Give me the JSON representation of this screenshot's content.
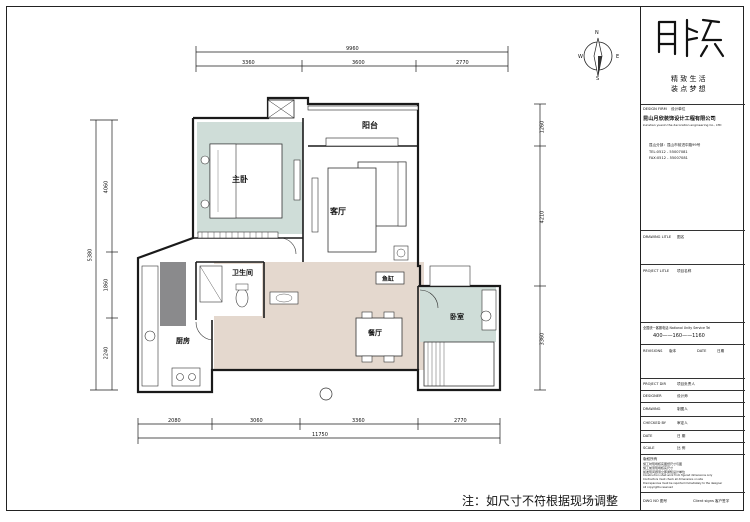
{
  "dimensions": {
    "top_total": "9960",
    "top_segments": [
      "3360",
      "3600",
      "2770"
    ],
    "bottom_total": "11750",
    "bottom_segments": [
      "2080",
      "3060",
      "3360",
      "2770"
    ],
    "left_total": "5380",
    "left_segments": [
      "4060",
      "1860",
      "2240"
    ],
    "right_segments": [
      "1260",
      "4210",
      "3360"
    ]
  },
  "rooms": {
    "master_bedroom": "主卧",
    "living_room": "客厅",
    "balcony": "阳台",
    "bathroom": "卫生间",
    "kitchen": "厨房",
    "dining_room": "餐厅",
    "bedroom": "卧室",
    "fish_tank": "鱼缸"
  },
  "compass": {
    "north": "N",
    "south": "S",
    "east": "E",
    "west": "W"
  },
  "brand": {
    "slogan_line1": "精 致 生 活",
    "slogan_line2": "装 点 梦 想"
  },
  "title_block": {
    "design_firm_label": "DESIGN FIRM",
    "design_firm_cn": "设计单位",
    "company_name": "昆山月欣装饰设计工程有限公司",
    "company_name_en": "kunshan yuexin the decoration engineering Co., LTD",
    "address": "昆山分部：昆山市前进中路99号",
    "tel": "TEL:0512 - 55007081",
    "fax": "FAX:0512 - 55007081",
    "drawing_title_label": "DRAWING LITLE",
    "drawing_title_value": "图名",
    "project_title_label": "PROJECT LITLE",
    "project_title_value": "项目名称",
    "service_tel": "全国统一客服电话 National Unity Service Tel",
    "service_number": "400——160——1160",
    "revisions_label": "REVISIONS",
    "revisions_cn": "版本",
    "date_label": "DATE",
    "date_cn": "日期",
    "project_dir_label": "PROJECT DIR",
    "project_dir_cn": "项目负责人",
    "designer_label": "DESIGNER",
    "designer_cn": "设计师",
    "drawing_label": "DRAWING",
    "drawing_cn": "制图人",
    "checked_label": "CHECKED BY",
    "checked_cn": "审定人",
    "date2_label": "DATE",
    "date2_cn": "日 期",
    "scale_label": "SCALE",
    "scale_cn": "比 例",
    "copyright_title": "版权所有",
    "copyright_lines": [
      "施工时现场核实图纸尺寸与图",
      "施工前须现场核实尺寸",
      "如发现问题须立即通知设计单位",
      "Construction shall work from figured dimensions only",
      "Contractors must check all dimensions on site",
      "Discrepancies must be reported immediately to the designer",
      "All copyrights reserved"
    ],
    "dwg_no_label": "DWG NO 图号",
    "client_label": "Client signs 客户签字"
  },
  "footer_note": "注：如尺寸不符根据现场调整"
}
